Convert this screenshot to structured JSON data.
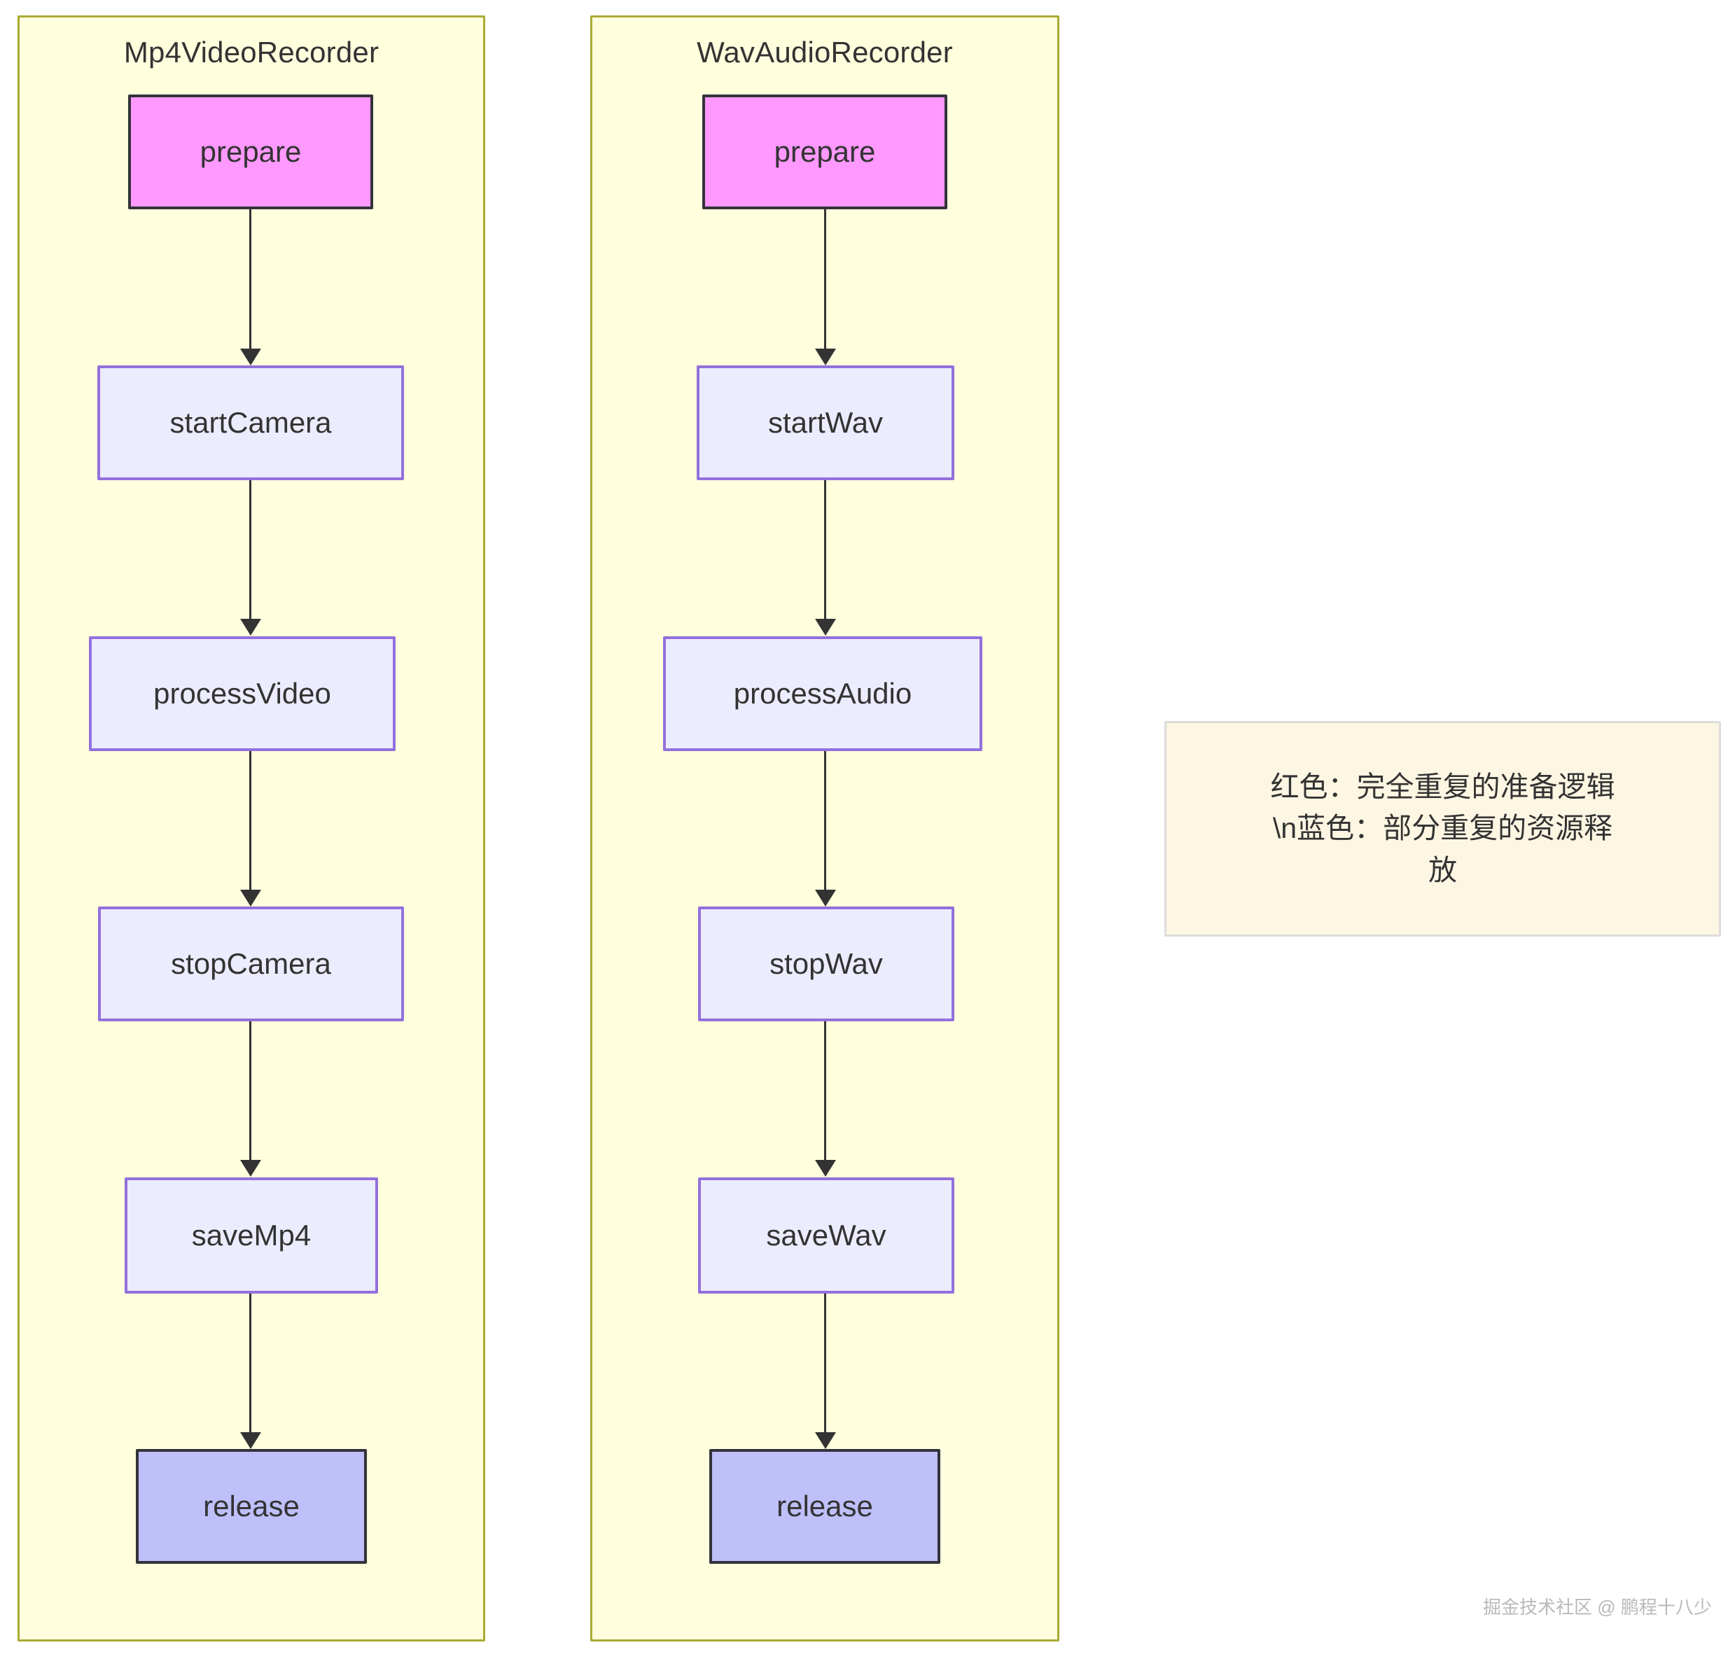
{
  "diagram": {
    "type": "flowchart",
    "subgraphs": [
      {
        "id": "mp4-video-recorder",
        "title": "Mp4VideoRecorder",
        "nodes": [
          {
            "id": "prepare",
            "label": "prepare",
            "style": "pink"
          },
          {
            "id": "startCamera",
            "label": "startCamera",
            "style": "plain"
          },
          {
            "id": "processVideo",
            "label": "processVideo",
            "style": "plain"
          },
          {
            "id": "stopCamera",
            "label": "stopCamera",
            "style": "plain"
          },
          {
            "id": "saveMp4",
            "label": "saveMp4",
            "style": "plain"
          },
          {
            "id": "release",
            "label": "release",
            "style": "blue"
          }
        ],
        "edges": [
          {
            "from": "prepare",
            "to": "startCamera"
          },
          {
            "from": "startCamera",
            "to": "processVideo"
          },
          {
            "from": "processVideo",
            "to": "stopCamera"
          },
          {
            "from": "stopCamera",
            "to": "saveMp4"
          },
          {
            "from": "saveMp4",
            "to": "release"
          }
        ]
      },
      {
        "id": "wav-audio-recorder",
        "title": "WavAudioRecorder",
        "nodes": [
          {
            "id": "prepare",
            "label": "prepare",
            "style": "pink"
          },
          {
            "id": "startWav",
            "label": "startWav",
            "style": "plain"
          },
          {
            "id": "processAudio",
            "label": "processAudio",
            "style": "plain"
          },
          {
            "id": "stopWav",
            "label": "stopWav",
            "style": "plain"
          },
          {
            "id": "saveWav",
            "label": "saveWav",
            "style": "plain"
          },
          {
            "id": "release",
            "label": "release",
            "style": "blue"
          }
        ],
        "edges": [
          {
            "from": "prepare",
            "to": "startWav"
          },
          {
            "from": "startWav",
            "to": "processAudio"
          },
          {
            "from": "processAudio",
            "to": "stopWav"
          },
          {
            "from": "stopWav",
            "to": "saveWav"
          },
          {
            "from": "saveWav",
            "to": "release"
          }
        ]
      }
    ],
    "legend": {
      "line1": "红色：完全重复的准备逻辑",
      "line2": "\\n蓝色：部分重复的资源释",
      "line3": "放"
    },
    "watermark": "掘金技术社区 @ 鹏程十八少",
    "colors": {
      "subgraph_fill": "#ffffde",
      "subgraph_border": "#aaaa33",
      "node_fill": "#ececff",
      "node_border": "#9370db",
      "pink_fill": "#ff99ff",
      "blue_fill": "#bfbffa",
      "dark_border": "#33333a",
      "edge": "#333333",
      "legend_fill": "#fdf6e3",
      "legend_border": "#dcdcdc",
      "text": "#333333"
    }
  }
}
